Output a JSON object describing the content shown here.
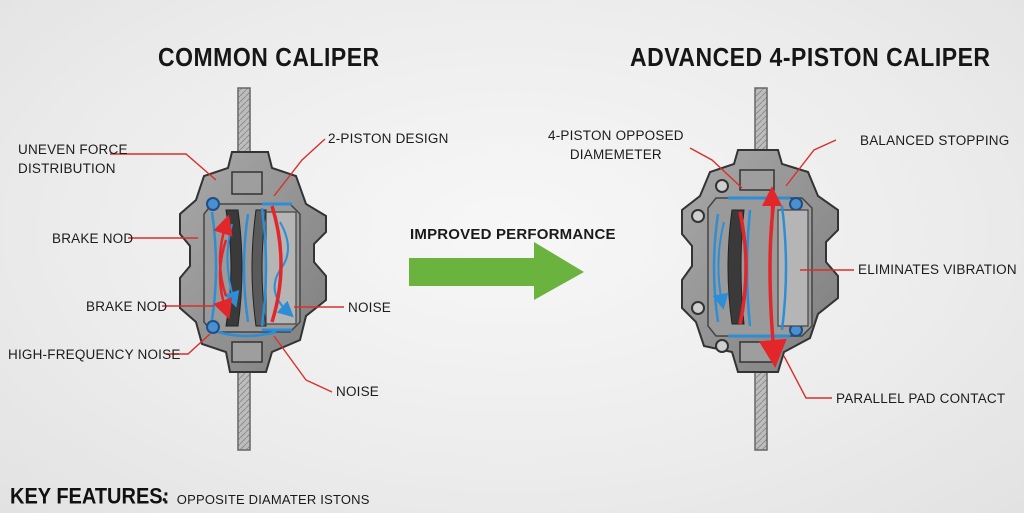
{
  "left_title": "COMMON CALIPER",
  "right_title": "ADVANCED 4-PISTON CALIPER",
  "center_arrow_label": "IMPROVED PERFORMANCE",
  "left_callouts": {
    "uneven_force": "UNEVEN FORCE\nDISTRIBUTION",
    "brake_nod_top": "BRAKE NOD",
    "brake_nod_bottom": "BRAKE NOD",
    "high_frequency_noise": "HIGH-FREQUENCY NOISE",
    "two_piston_design": "2-PISTON DESIGN",
    "noise_upper": "NOISE",
    "noise_lower": "NOISE"
  },
  "right_callouts": {
    "four_piston_opposed": "4-PISTON OPPOSED\nDIAMEMETER",
    "balanced_stopping": "BALANCED STOPPING",
    "eliminates_vibration": "ELIMINATES VIBRATION",
    "parallel_pad_contact": "PARALLEL PAD CONTACT"
  },
  "key_features": {
    "title": "KEY FEATURES:",
    "items": [
      "OPPOSITE DIAMATER ISTONS"
    ]
  },
  "colors": {
    "callout_line": "#d8302b",
    "red_flow": "#e3262a",
    "blue_flow": "#2d8ed6",
    "green_arrow": "#6ab33e",
    "caliper_body": "#8d8d8d"
  }
}
